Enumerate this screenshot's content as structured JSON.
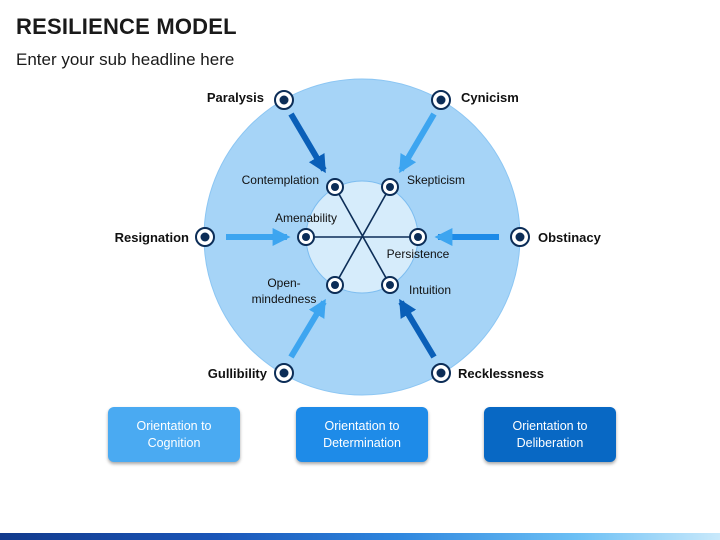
{
  "header": {
    "title": "RESILIENCE MODEL",
    "subtitle": "Enter your sub headline here"
  },
  "diagram": {
    "outer_nodes": {
      "top_left": "Paralysis",
      "top_right": "Cynicism",
      "left": "Resignation",
      "right": "Obstinacy",
      "bottom_left": "Gullibility",
      "bottom_right": "Recklessness"
    },
    "inner_nodes": {
      "top_left": "Contemplation",
      "top_right": "Skepticism",
      "left": "Amenability",
      "right": "Persistence",
      "bottom_left_line1": "Open-",
      "bottom_left_line2": "mindedness",
      "bottom_right": "Intuition"
    },
    "colors": {
      "outer_circle": "#a6d4f7",
      "inner_circle": "#d6ecfb",
      "arrow_light": "#3da5f0",
      "arrow_dark": "#0a5fb8",
      "node": "#0c2d57"
    }
  },
  "boxes": [
    {
      "label": "Orientation to\nCognition",
      "color": "#4aaaf2"
    },
    {
      "label": "Orientation to\nDetermination",
      "color": "#1e8be8"
    },
    {
      "label": "Orientation to\nDeliberation",
      "color": "#0868c4"
    }
  ]
}
